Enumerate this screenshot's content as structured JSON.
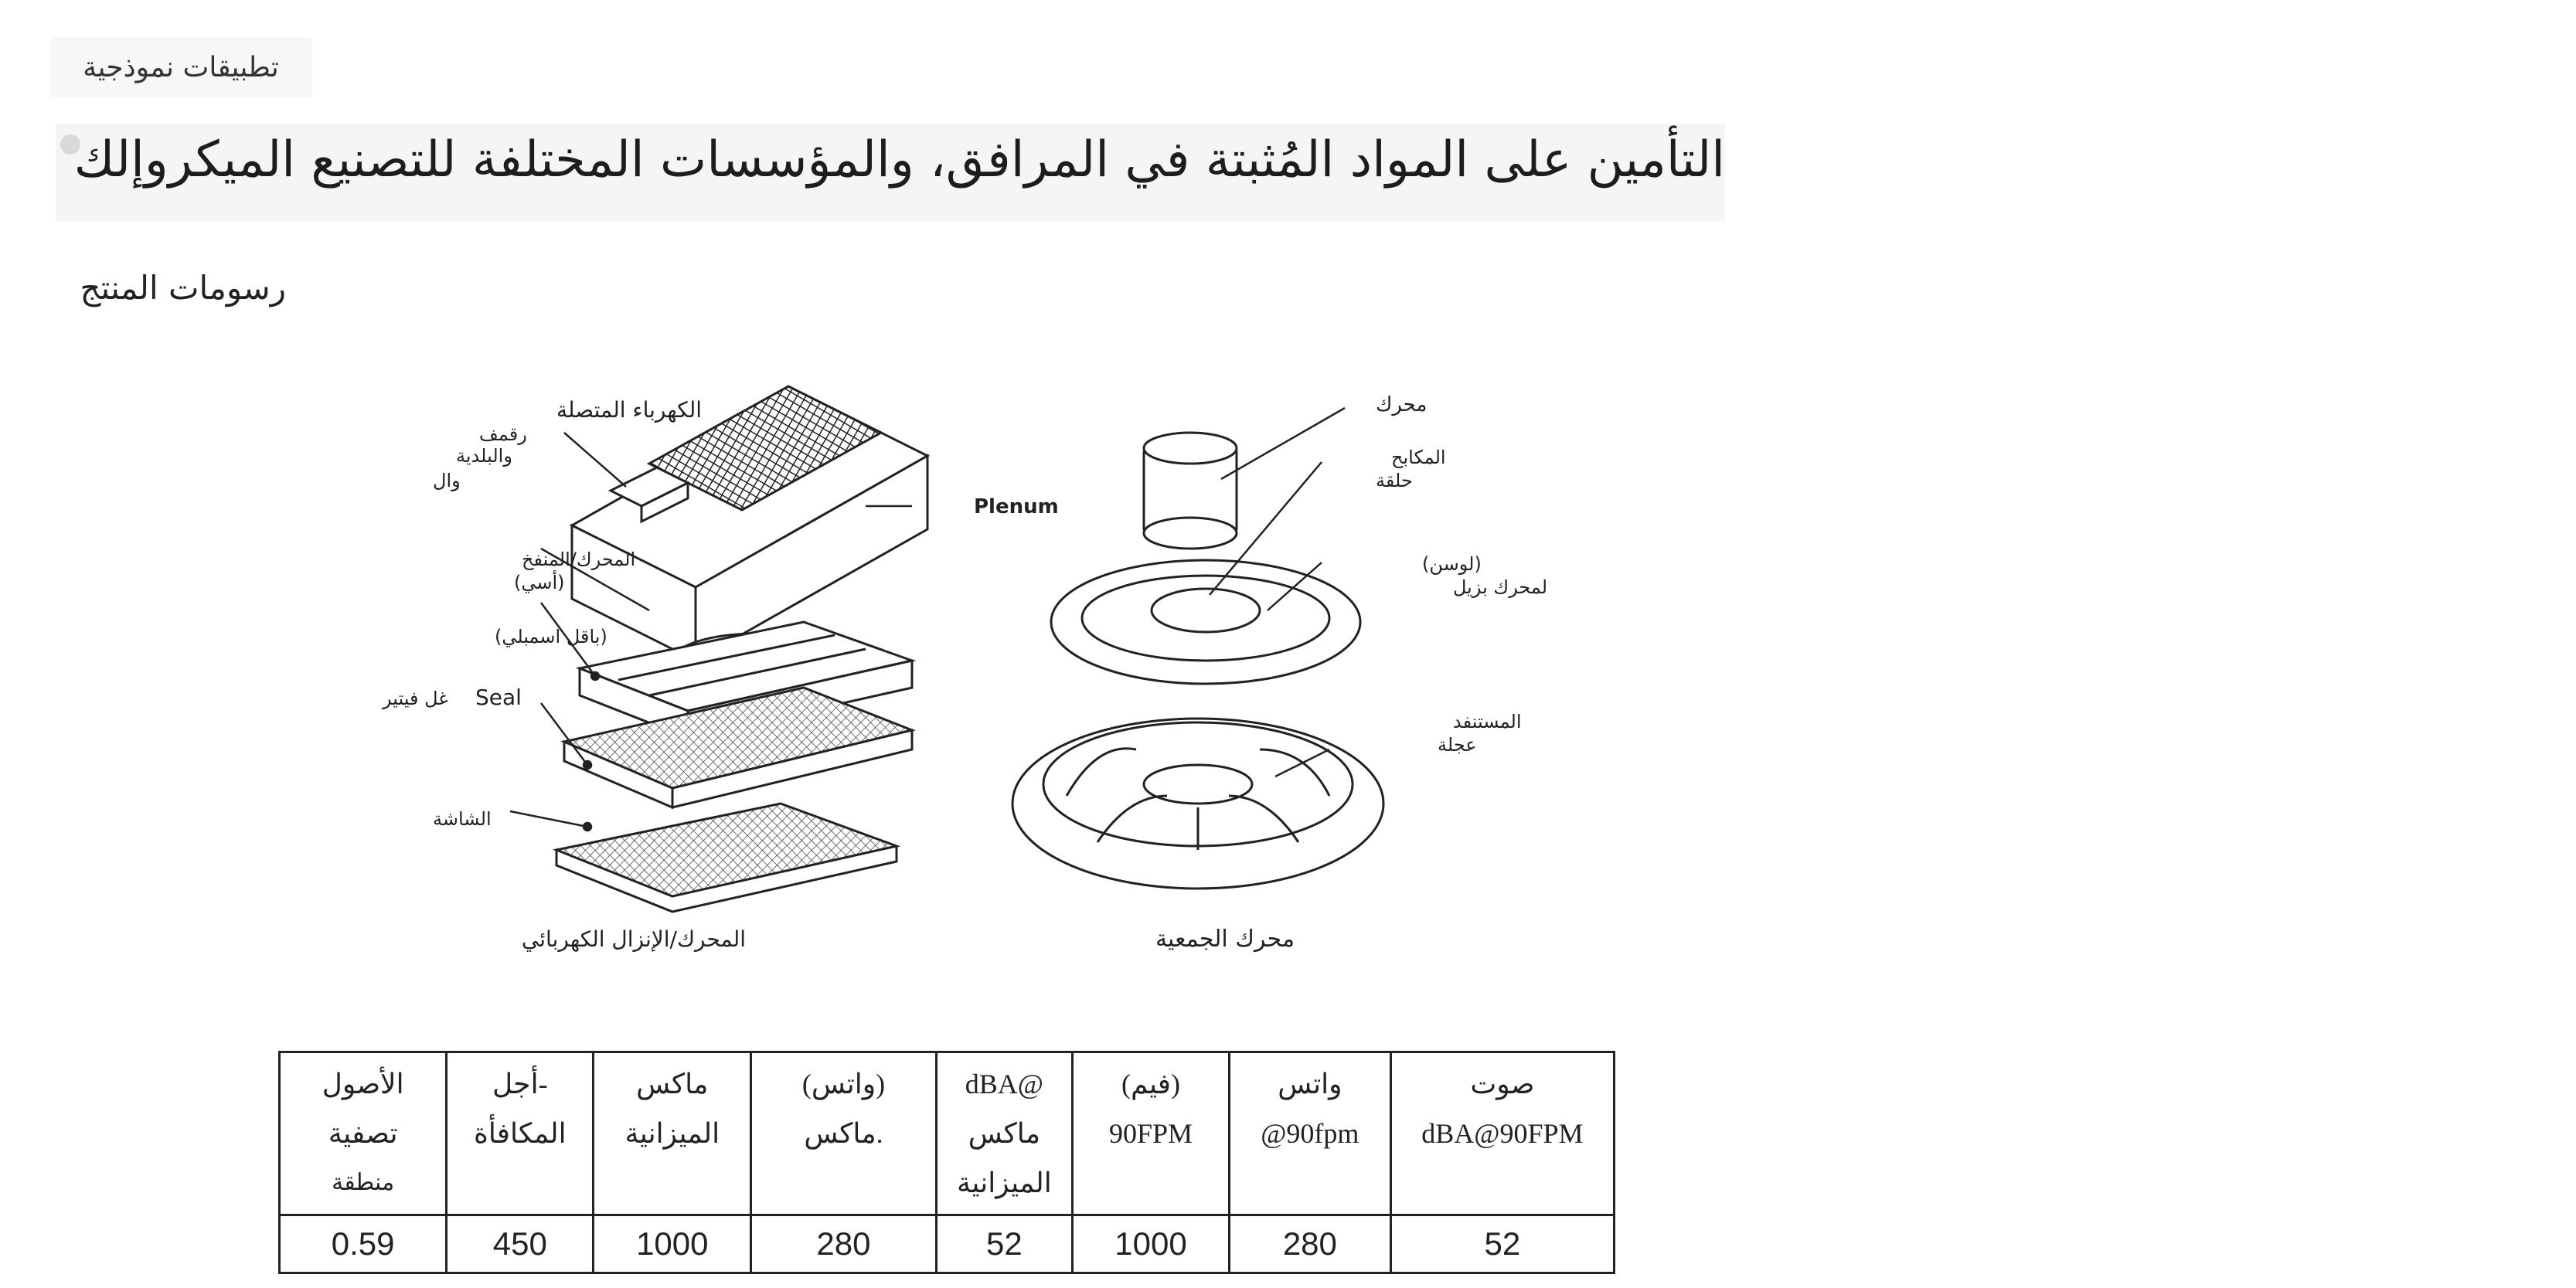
{
  "category_tag": "تطبيقات نموذجية",
  "page_title": "التأمين على المواد المُثبتة في المرافق، والمؤسسات المختلفة للتصنيع الميكروإلك",
  "section_title": "رسومات المنتج",
  "drawing": {
    "left_labels": {
      "electrical_1": "الكهرباء المتصلة",
      "electrical_2": "رقمف",
      "municipal": "والبلدية",
      "wall": "وال",
      "motor_fan_1": "المحرك/المنفخ",
      "motor_fan_2": "(أسي)",
      "basket": "(باقل اسمبلي)",
      "seal": "Seal",
      "filter": "غل فيتير",
      "screen": "الشاشة",
      "plenum": "Plenum"
    },
    "right_labels": {
      "motor": "محرك",
      "brakes": "المكابح",
      "ring": "حلقة",
      "washer": "(لوسن)",
      "motor_bezel": "المحرك بزيل",
      "used": "المستنفد",
      "wheel": "عجلة"
    },
    "captions": {
      "left": "المحرك/الإنزال الكهربائي",
      "right": "محرك الجمعية"
    }
  },
  "table": {
    "headers": [
      {
        "l1": "الأصول",
        "l2": "تصفية",
        "l3": "منطقة"
      },
      {
        "l1": "أجل-",
        "l2": "المكافأة",
        "l3": ""
      },
      {
        "l1": "ماكس",
        "l2": "الميزانية",
        "l3": ""
      },
      {
        "l1": "(واتس)",
        "l2": "ماكس.",
        "l3": ""
      },
      {
        "l1": "dBA@",
        "l2": "ماكس",
        "l3": "الميزانية"
      },
      {
        "l1": "(فيم)",
        "l2": "90FPM",
        "l3": ""
      },
      {
        "l1": "واتس",
        "l2": "@90fpm",
        "l3": ""
      },
      {
        "l1": "صوت",
        "l2": "dBA@90FPM",
        "l3": ""
      }
    ],
    "values": [
      "0.59",
      "450",
      "1000",
      "280",
      "52",
      "1000",
      "280",
      "52"
    ]
  }
}
